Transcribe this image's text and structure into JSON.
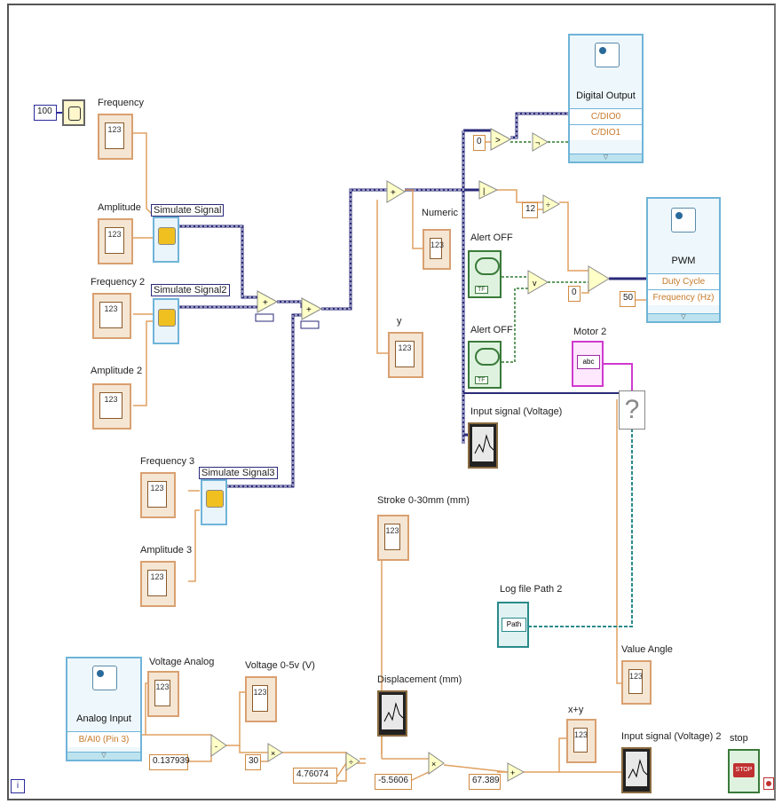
{
  "diagram": {
    "wait": {
      "value": "100"
    },
    "controls": [
      {
        "key": "frequency",
        "label": "Frequency",
        "display": "123"
      },
      {
        "key": "amplitude",
        "label": "Amplitude",
        "display": "123"
      },
      {
        "key": "frequency2",
        "label": "Frequency 2",
        "display": "123"
      },
      {
        "key": "amplitude2",
        "label": "Amplitude 2",
        "display": "123"
      },
      {
        "key": "frequency3",
        "label": "Frequency 3",
        "display": "123"
      },
      {
        "key": "amplitude3",
        "label": "Amplitude 3",
        "display": "123"
      }
    ],
    "simulate": [
      "Simulate Signal",
      "Simulate Signal2",
      "Simulate Signal3"
    ],
    "indicators": {
      "numeric": "Numeric",
      "y": "y",
      "stroke": "Stroke 0-30mm (mm)",
      "voltage_analog": "Voltage Analog",
      "voltage_0_5": "Voltage 0-5v (V)",
      "displacement": "Displacement (mm)",
      "xy": "x+y",
      "value_angle": "Value Angle",
      "input_signal_voltage": "Input signal (Voltage)",
      "input_signal_voltage2": "Input signal (Voltage) 2",
      "motor2": "Motor 2",
      "log_file_path2": "Log file Path 2",
      "stop": "stop",
      "alert_off_1": "Alert OFF",
      "alert_off_2": "Alert OFF",
      "value_123": "123",
      "abc": "abc",
      "path": "Path",
      "tf": "TF",
      "stop_btn": "STOP"
    },
    "digital_output": {
      "title": "Digital Output",
      "rows": [
        "C/DIO0",
        "C/DIO1"
      ]
    },
    "pwm": {
      "title": "PWM",
      "rows": [
        "Duty Cycle",
        "Frequency (Hz)"
      ]
    },
    "analog_input": {
      "title": "Analog Input",
      "row": "B/AI0 (Pin 3)"
    },
    "constants": {
      "c0a": "0",
      "c12": "12",
      "c0b": "0",
      "c50": "50",
      "c0137": "0.137939",
      "c30": "30",
      "c476": "4.76074",
      "cneg": "-5.5606",
      "c67": "67.389"
    },
    "unknown": "?",
    "info_icon": "i"
  },
  "colors": {
    "wire_dbl": "#2a2a7a",
    "wire_num": "#e0a060",
    "wire_bool": "#2f7a2f",
    "wire_str": "#d03ad0",
    "wire_path": "#2a8a8a"
  }
}
